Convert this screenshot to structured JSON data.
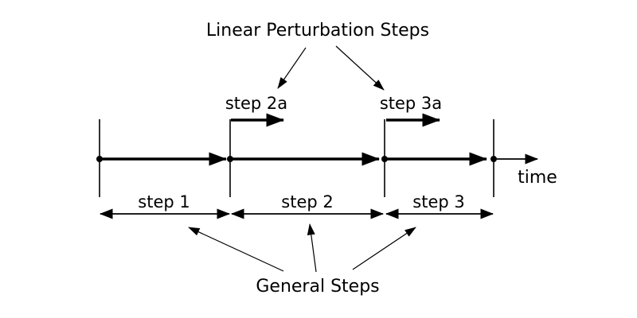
{
  "figure": {
    "title": "Linear Perturbation Steps",
    "caption": "General Steps",
    "time_axis_label": "time",
    "perturbation_steps": [
      {
        "label": "step 2a"
      },
      {
        "label": "step 3a"
      }
    ],
    "general_steps": [
      {
        "label": "step 1"
      },
      {
        "label": "step 2"
      },
      {
        "label": "step 3"
      }
    ],
    "colors": {
      "ink": "#000000",
      "background": "#ffffff"
    }
  }
}
